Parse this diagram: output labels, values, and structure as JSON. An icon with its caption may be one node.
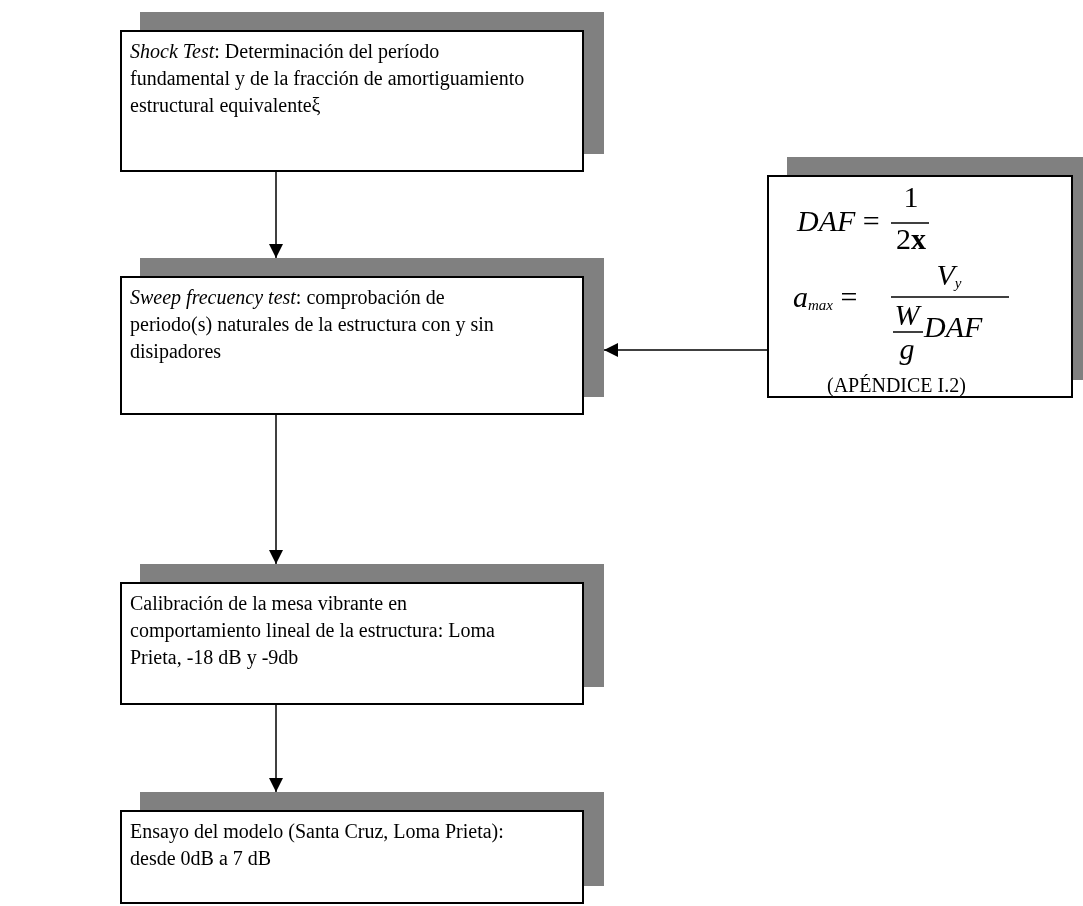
{
  "diagram": {
    "nodes": [
      {
        "text": [
          "*Shock Test*: Determinación del período fundamental y de la fracción de amortiguamiento estructural equivalenteξ"
        ]
      },
      {
        "text": [
          "*Sweep frecuency test*: comprobación de periodo(s) naturales de la estructura con y sin disipadores"
        ]
      },
      {
        "text": [
          "Calibración de la mesa vibrante en comportamiento lineal de la estructura: Loma Prieta, -18 dB y -9db"
        ]
      },
      {
        "text": [
          "Ensayo del modelo (Santa Cruz, Loma Prieta): desde 0dB a 7 dB"
        ]
      },
      {
        "text": [
          "*DAF* =",
          "1",
          "2**x**",
          "*a*$_{max}$ =",
          "*V*$_{y}$",
          "*W*",
          "*g*",
          "*DAF*",
          "(APÉNDICE I.2)"
        ]
      }
    ],
    "edges": [
      {
        "from": 0,
        "to": 1,
        "arrow": "to"
      },
      {
        "from": 1,
        "to": 2,
        "arrow": "to"
      },
      {
        "from": 2,
        "to": 3,
        "arrow": "to"
      },
      {
        "from": 4,
        "to": 1,
        "arrow": "to"
      }
    ]
  }
}
